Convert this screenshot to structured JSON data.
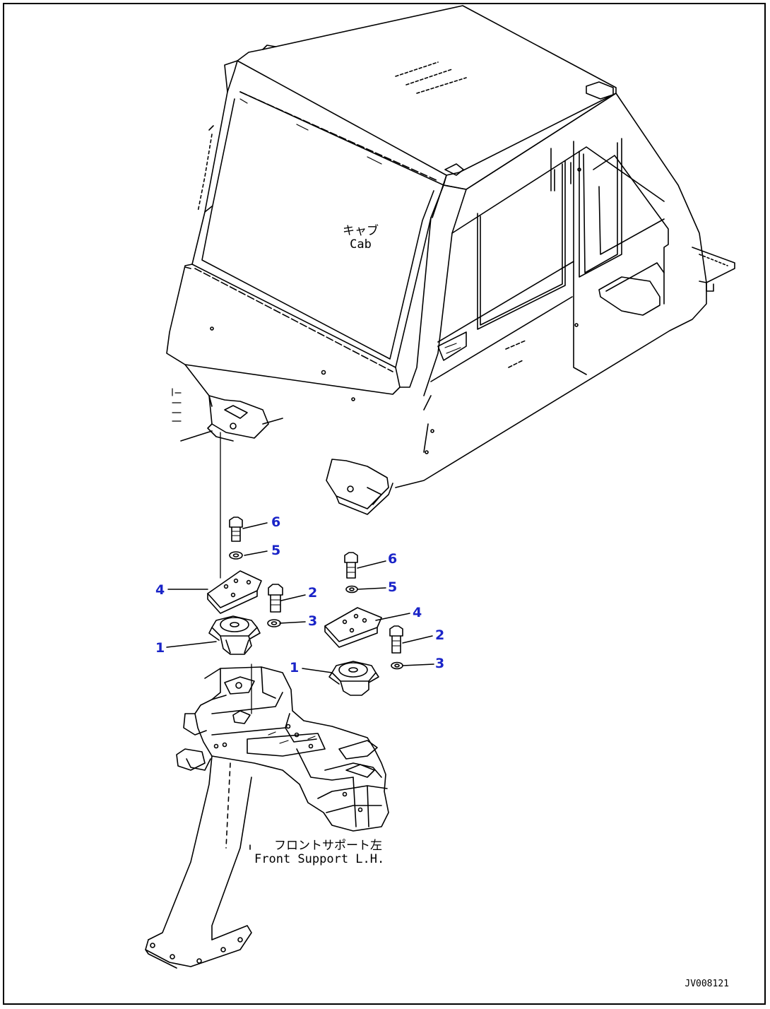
{
  "diagram": {
    "accent_color": "#1a24c8",
    "labels": {
      "cab_jp": "キャブ",
      "cab_en": "Cab",
      "support_jp": "フロントサポート左",
      "support_en": "Front Support L.H."
    },
    "callouts": {
      "left_bolt_6": "6",
      "left_washer_5": "5",
      "left_plate_4": "4",
      "left_bolt_2": "2",
      "left_washer_3": "3",
      "left_mount_1": "1",
      "right_bolt_6": "6",
      "right_washer_5": "5",
      "right_plate_4": "4",
      "right_bolt_2": "2",
      "right_washer_3": "3",
      "right_mount_1": "1"
    },
    "drawing_id": "JV008121"
  }
}
